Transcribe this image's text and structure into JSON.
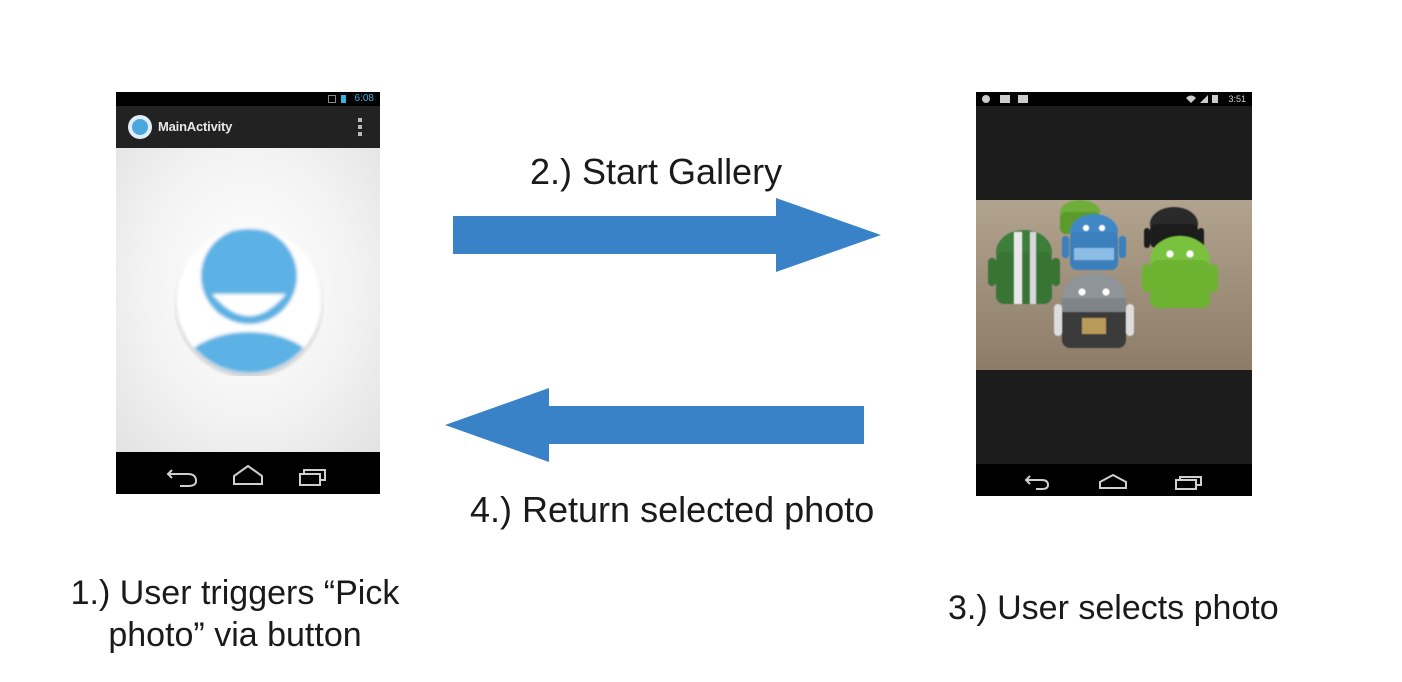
{
  "labels": {
    "step1_line1": "1.) User triggers “Pick",
    "step1_line2": "photo” via button",
    "step2": "2.) Start Gallery",
    "step3": "3.) User selects photo",
    "step4": "4.) Return selected photo"
  },
  "phone1": {
    "status_time": "6:08",
    "app_title": "MainActivity",
    "icons": [
      "app-icon",
      "overflow-menu-icon",
      "avatar-placeholder-icon",
      "back-icon",
      "home-icon",
      "recents-icon"
    ]
  },
  "phone3": {
    "status_time": "3:51",
    "icons": [
      "photo-of-android-figures",
      "back-icon",
      "home-icon",
      "recents-icon"
    ]
  },
  "colors": {
    "arrow": "#3a82c8",
    "avatar_blue": "#5bb2e4",
    "status_accent": "#33b5e5"
  }
}
